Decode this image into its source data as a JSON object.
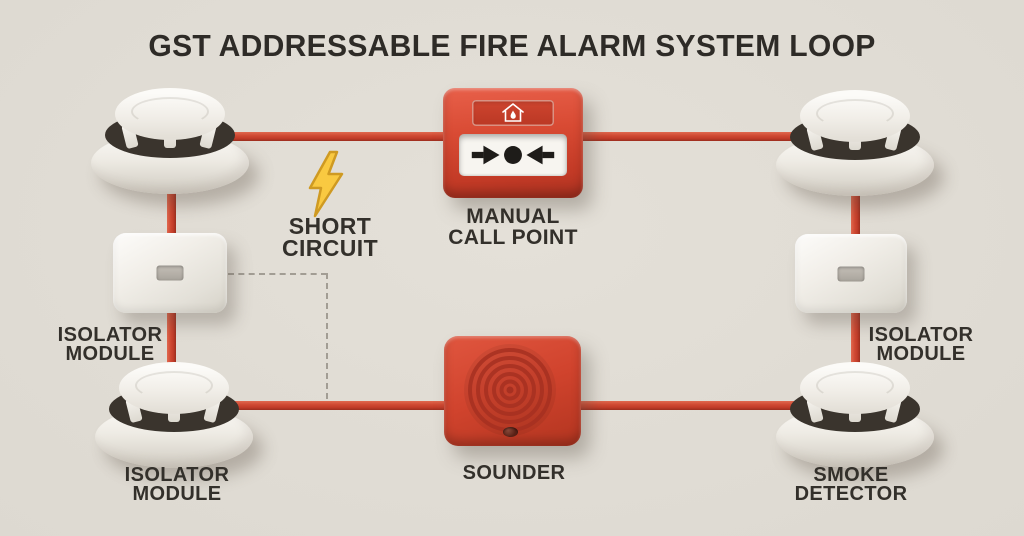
{
  "title": "GST ADDRESSABLE FIRE ALARM SYSTEM LOOP",
  "colors": {
    "background": "#dedad2",
    "wire_red": "#cc4330",
    "device_red": "#d5472f",
    "device_white": "#f3f1ec",
    "text_dark": "#33302b",
    "dashed_gray": "#a29d94",
    "lightning_yellow": "#f9c941",
    "lightning_outline": "#cf9a22"
  },
  "nodes": {
    "manual_call_point": {
      "label": [
        "MANUAL",
        "CALL POINT"
      ]
    },
    "sounder": {
      "label": [
        "SOUNDER"
      ]
    },
    "isolator_module_left": {
      "label": [
        "ISOLATOR",
        "MODULE"
      ]
    },
    "isolator_module_right": {
      "label": [
        "ISOLATOR",
        "MODULE"
      ]
    },
    "smoke_detector_bottom_left": {
      "label": [
        "ISOLATOR",
        "MODULE"
      ]
    },
    "smoke_detector_bottom_right": {
      "label": [
        "SMOKE",
        "DETECTOR"
      ]
    }
  },
  "annotations": {
    "short_circuit": {
      "label": [
        "SHORT",
        "CIRCUIT"
      ]
    }
  },
  "icons": {
    "lightning_bolt": "lightning-bolt-icon",
    "house_flame": "house-flame-icon",
    "press_arrows": "press-here-arrows-icon",
    "speaker_rings": "speaker-rings-icon"
  }
}
